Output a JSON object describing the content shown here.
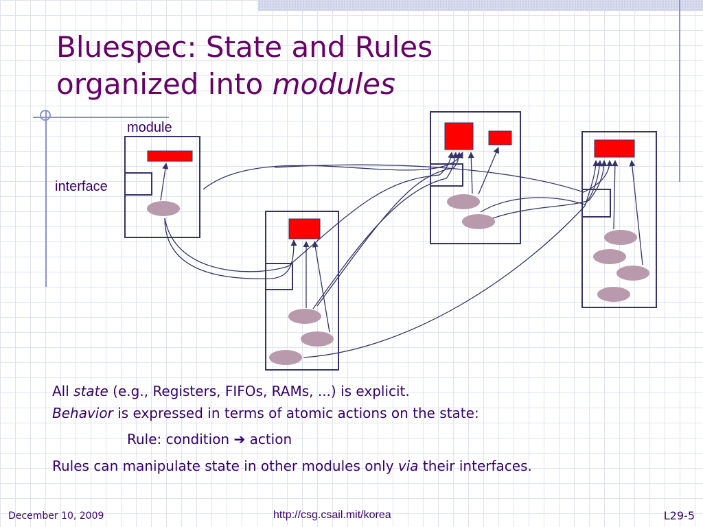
{
  "slide": {
    "title_line1": "Bluespec:  State and Rules",
    "title_line2_prefix": "organized into ",
    "title_line2_emph": "modules"
  },
  "diagram": {
    "module_label": "module",
    "interface_label": "interface",
    "colors": {
      "frame": "#333366",
      "state": "#ff0000",
      "rule": "#b99aac",
      "wire": "#333366"
    }
  },
  "body": {
    "p1_lead": "All ",
    "p1_emph": "state",
    "p1_rest": " (e.g., Registers, FIFOs, RAMs, ...) is explicit.",
    "p2_emph": "Behavior",
    "p2_rest": " is expressed in terms of atomic actions on the state:",
    "p3_before": "Rule: condition ",
    "p3_arrow": "➔",
    "p3_after": " action",
    "p4_lead": "Rules can manipulate state in other modules only ",
    "p4_emph": "via",
    "p4_rest": " their interfaces."
  },
  "footer": {
    "date": "December 10, 2009",
    "url": "http://csg.csail.mit/korea",
    "page": "L29-5"
  }
}
